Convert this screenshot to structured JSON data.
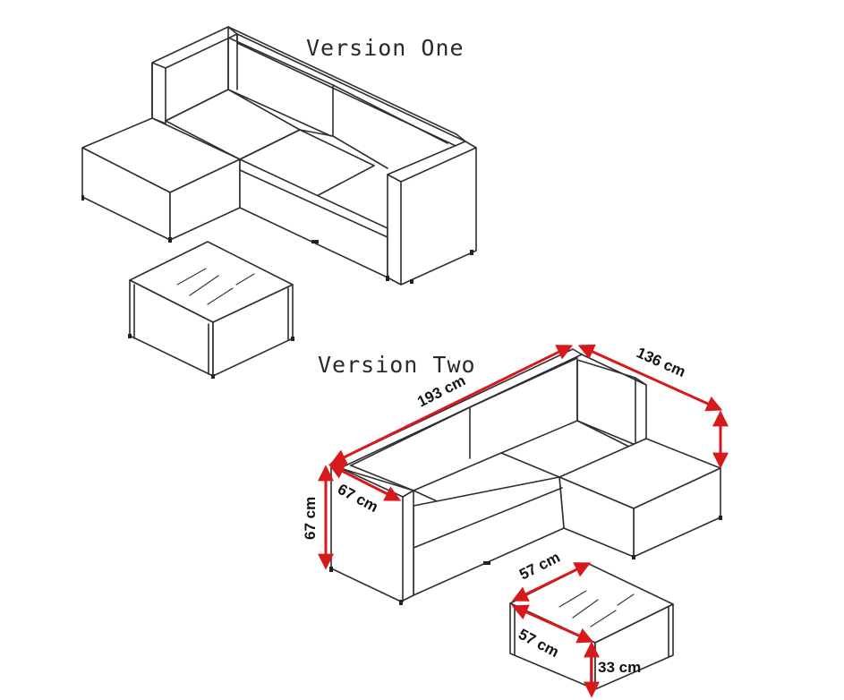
{
  "titles": {
    "version_one": "Version One",
    "version_two": "Version Two"
  },
  "dimensions": {
    "sofa_length": "193 cm",
    "chaise_length": "136 cm",
    "depth": "67 cm",
    "height": "67 cm",
    "table_width": "57 cm",
    "table_depth": "57 cm",
    "table_height": "33 cm"
  },
  "colors": {
    "arrow": "#d7191c",
    "outline": "#2e2e2e"
  }
}
